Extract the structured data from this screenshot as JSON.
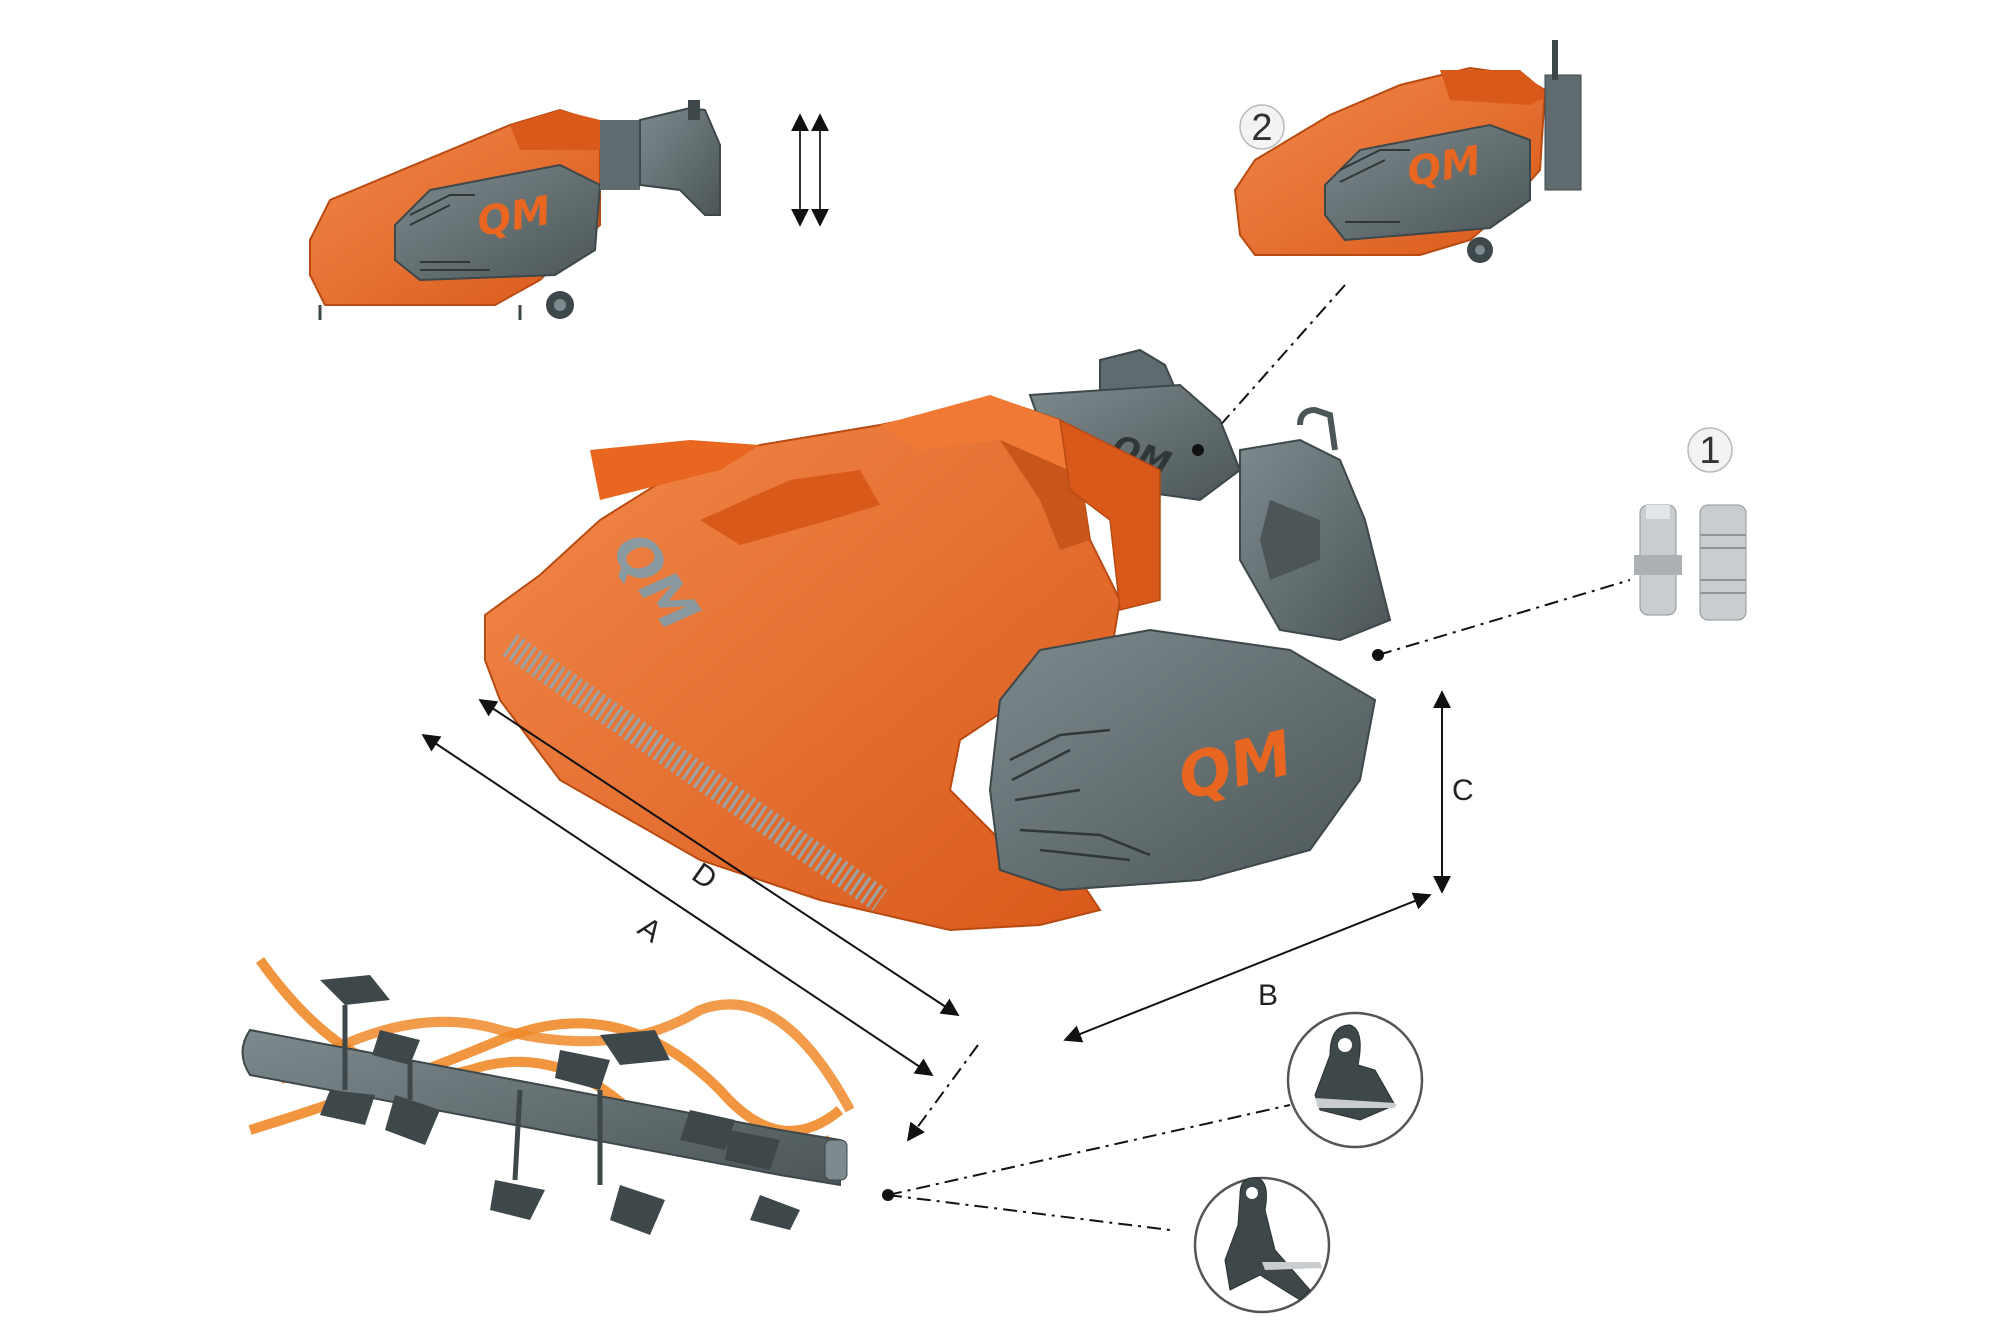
{
  "dimensions": {
    "a": "A",
    "b": "B",
    "c": "C",
    "d": "D"
  },
  "callouts": {
    "quick_couplers": "1",
    "hitch_variant": "2"
  },
  "brand": {
    "logo_text": "QM"
  },
  "colors": {
    "body_orange": "#e8661f",
    "body_orange_light": "#f07a35",
    "body_orange_dark": "#b84a12",
    "steel_grey": "#5f6b6e",
    "steel_grey_dark": "#3e4749",
    "steel_grey_light": "#7d8a8d",
    "hose_orange": "#f08a2a",
    "line": "#111111"
  },
  "icons": {
    "flail_hammer_blade": "hammer-blade-icon",
    "y_flail_blade": "y-blade-icon",
    "hydraulic_couplers": "hydraulic-coupler-icon",
    "vertical_adjust_arrows": "up-down-arrows-icon"
  }
}
